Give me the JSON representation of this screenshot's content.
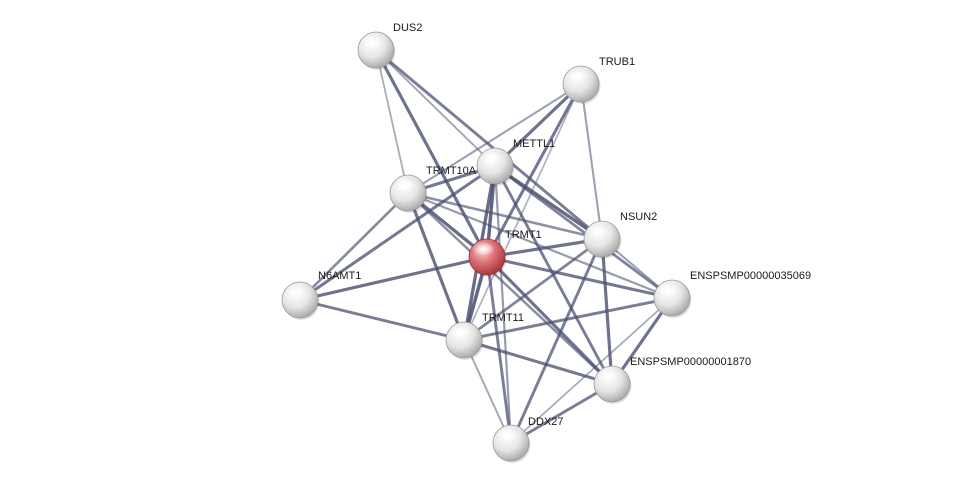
{
  "network": {
    "query_color": "#d9535a",
    "node_color": "#e0e0e0",
    "edge_color": "#4a5070",
    "nodes": [
      {
        "id": "DUS2",
        "label": "DUS2",
        "query": false
      },
      {
        "id": "TRUB1",
        "label": "TRUB1",
        "query": false
      },
      {
        "id": "METTL1",
        "label": "METTL1",
        "query": false
      },
      {
        "id": "TRMT10A",
        "label": "TRMT10A",
        "query": false
      },
      {
        "id": "NSUN2",
        "label": "NSUN2",
        "query": false
      },
      {
        "id": "TRMT1",
        "label": "TRMT1",
        "query": true
      },
      {
        "id": "N6AMT1",
        "label": "N6AMT1",
        "query": false
      },
      {
        "id": "ENSPSMP00000035069",
        "label": "ENSPSMP00000035069",
        "query": false
      },
      {
        "id": "TRMT11",
        "label": "TRMT11",
        "query": false
      },
      {
        "id": "ENSPSMP00000001870",
        "label": "ENSPSMP00000001870",
        "query": false
      },
      {
        "id": "DDX27",
        "label": "DDX27",
        "query": false
      }
    ],
    "edges": [
      {
        "source": "DUS2",
        "target": "TRMT1",
        "weight": 0.85
      },
      {
        "source": "DUS2",
        "target": "NSUN2",
        "weight": 0.75
      },
      {
        "source": "DUS2",
        "target": "METTL1",
        "weight": 0.4
      },
      {
        "source": "DUS2",
        "target": "TRMT10A",
        "weight": 0.35
      },
      {
        "source": "TRUB1",
        "target": "METTL1",
        "weight": 0.85
      },
      {
        "source": "TRUB1",
        "target": "TRMT1",
        "weight": 0.8
      },
      {
        "source": "TRUB1",
        "target": "TRMT10A",
        "weight": 0.45
      },
      {
        "source": "TRUB1",
        "target": "NSUN2",
        "weight": 0.45
      },
      {
        "source": "TRUB1",
        "target": "TRMT11",
        "weight": 0.3
      },
      {
        "source": "METTL1",
        "target": "TRMT1",
        "weight": 0.95
      },
      {
        "source": "METTL1",
        "target": "TRMT10A",
        "weight": 0.8
      },
      {
        "source": "METTL1",
        "target": "NSUN2",
        "weight": 0.9
      },
      {
        "source": "METTL1",
        "target": "N6AMT1",
        "weight": 0.8
      },
      {
        "source": "METTL1",
        "target": "TRMT11",
        "weight": 0.9
      },
      {
        "source": "METTL1",
        "target": "ENSPSMP00000001870",
        "weight": 0.75
      },
      {
        "source": "METTL1",
        "target": "ENSPSMP00000035069",
        "weight": 0.7
      },
      {
        "source": "METTL1",
        "target": "DDX27",
        "weight": 0.5
      },
      {
        "source": "TRMT10A",
        "target": "TRMT1",
        "weight": 0.9
      },
      {
        "source": "TRMT10A",
        "target": "NSUN2",
        "weight": 0.6
      },
      {
        "source": "TRMT10A",
        "target": "TRMT11",
        "weight": 0.85
      },
      {
        "source": "TRMT10A",
        "target": "ENSPSMP00000035069",
        "weight": 0.5
      },
      {
        "source": "TRMT10A",
        "target": "ENSPSMP00000001870",
        "weight": 0.6
      },
      {
        "source": "TRMT10A",
        "target": "N6AMT1",
        "weight": 0.65
      },
      {
        "source": "NSUN2",
        "target": "TRMT1",
        "weight": 0.85
      },
      {
        "source": "NSUN2",
        "target": "ENSPSMP00000035069",
        "weight": 0.45
      },
      {
        "source": "NSUN2",
        "target": "ENSPSMP00000001870",
        "weight": 0.85
      },
      {
        "source": "NSUN2",
        "target": "TRMT11",
        "weight": 0.7
      },
      {
        "source": "NSUN2",
        "target": "DDX27",
        "weight": 0.75
      },
      {
        "source": "TRMT1",
        "target": "N6AMT1",
        "weight": 0.85
      },
      {
        "source": "TRMT1",
        "target": "ENSPSMP00000035069",
        "weight": 0.8
      },
      {
        "source": "TRMT1",
        "target": "TRMT11",
        "weight": 0.95
      },
      {
        "source": "TRMT1",
        "target": "ENSPSMP00000001870",
        "weight": 0.85
      },
      {
        "source": "TRMT1",
        "target": "DDX27",
        "weight": 0.75
      },
      {
        "source": "N6AMT1",
        "target": "TRMT11",
        "weight": 0.75
      },
      {
        "source": "TRMT11",
        "target": "ENSPSMP00000035069",
        "weight": 0.75
      },
      {
        "source": "TRMT11",
        "target": "ENSPSMP00000001870",
        "weight": 0.8
      },
      {
        "source": "TRMT11",
        "target": "DDX27",
        "weight": 0.4
      },
      {
        "source": "ENSPSMP00000035069",
        "target": "ENSPSMP00000001870",
        "weight": 0.85
      },
      {
        "source": "ENSPSMP00000035069",
        "target": "DDX27",
        "weight": 0.35
      },
      {
        "source": "ENSPSMP00000001870",
        "target": "DDX27",
        "weight": 0.75
      }
    ]
  }
}
